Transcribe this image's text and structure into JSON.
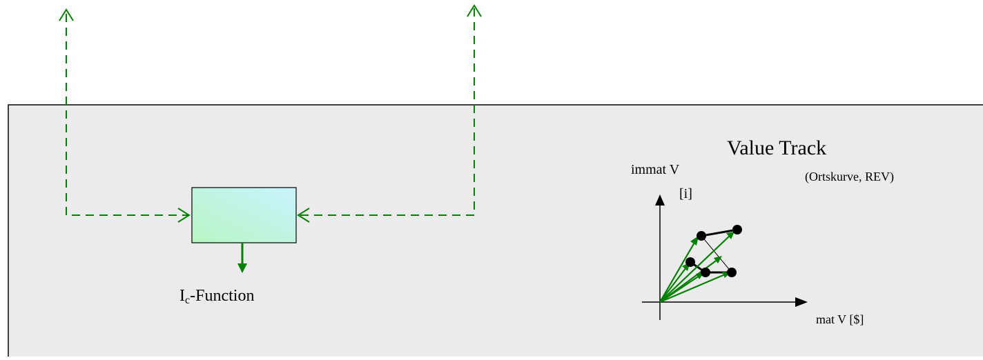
{
  "colors": {
    "panel_fill": "#ebebeb",
    "panel_stroke": "#000000",
    "arrow_green": "#008000",
    "node_black": "#000000",
    "box_gradient_start": "#b8f5c2",
    "box_gradient_end": "#c8f4ff"
  },
  "function_block": {
    "label_main": "I",
    "label_sub": "c",
    "label_rest": "-Function"
  },
  "value_track": {
    "title": "Value Track",
    "subtitle": "(Ortskurve, REV)",
    "y_axis_label_line1": "immat V",
    "y_axis_label_line2": "[i]",
    "x_axis_label": "mat V [$]"
  }
}
